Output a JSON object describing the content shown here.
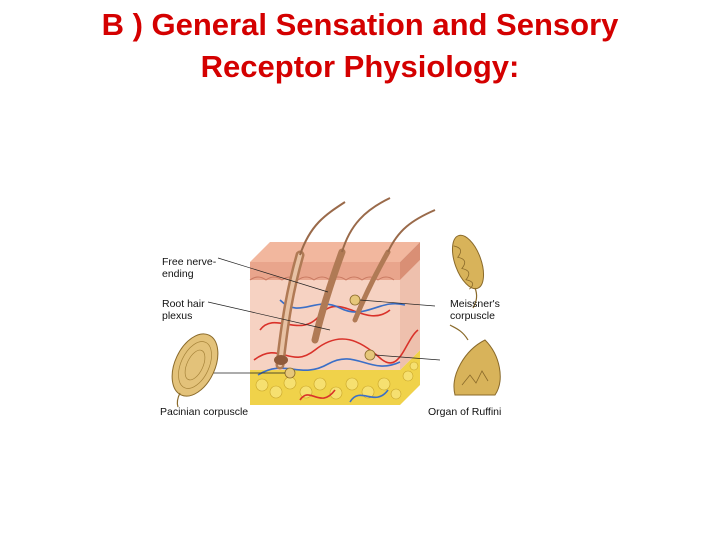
{
  "slide": {
    "title_line1": "B ) General Sensation and Sensory",
    "title_line2": "Receptor Physiology:"
  },
  "figure": {
    "labels": {
      "free_nerve_ending": [
        "Free nerve-",
        "ending"
      ],
      "root_hair_plexus": [
        "Root hair",
        "plexus"
      ],
      "pacinian_corpuscle": "Pacinian corpuscle",
      "meissners_corpuscle": [
        "Meissner's",
        "corpuscle"
      ],
      "organ_of_ruffini": "Organ of Ruffini"
    },
    "colors": {
      "title": "#d40000",
      "epidermis": "#e9a58c",
      "dermis": "#f6d2c2",
      "hypodermis": "#f0d24a",
      "artery": "#d9322a",
      "vein": "#3b6fc7",
      "hair": "#9a6a4a",
      "corpuscle": "#d8b35a"
    }
  }
}
